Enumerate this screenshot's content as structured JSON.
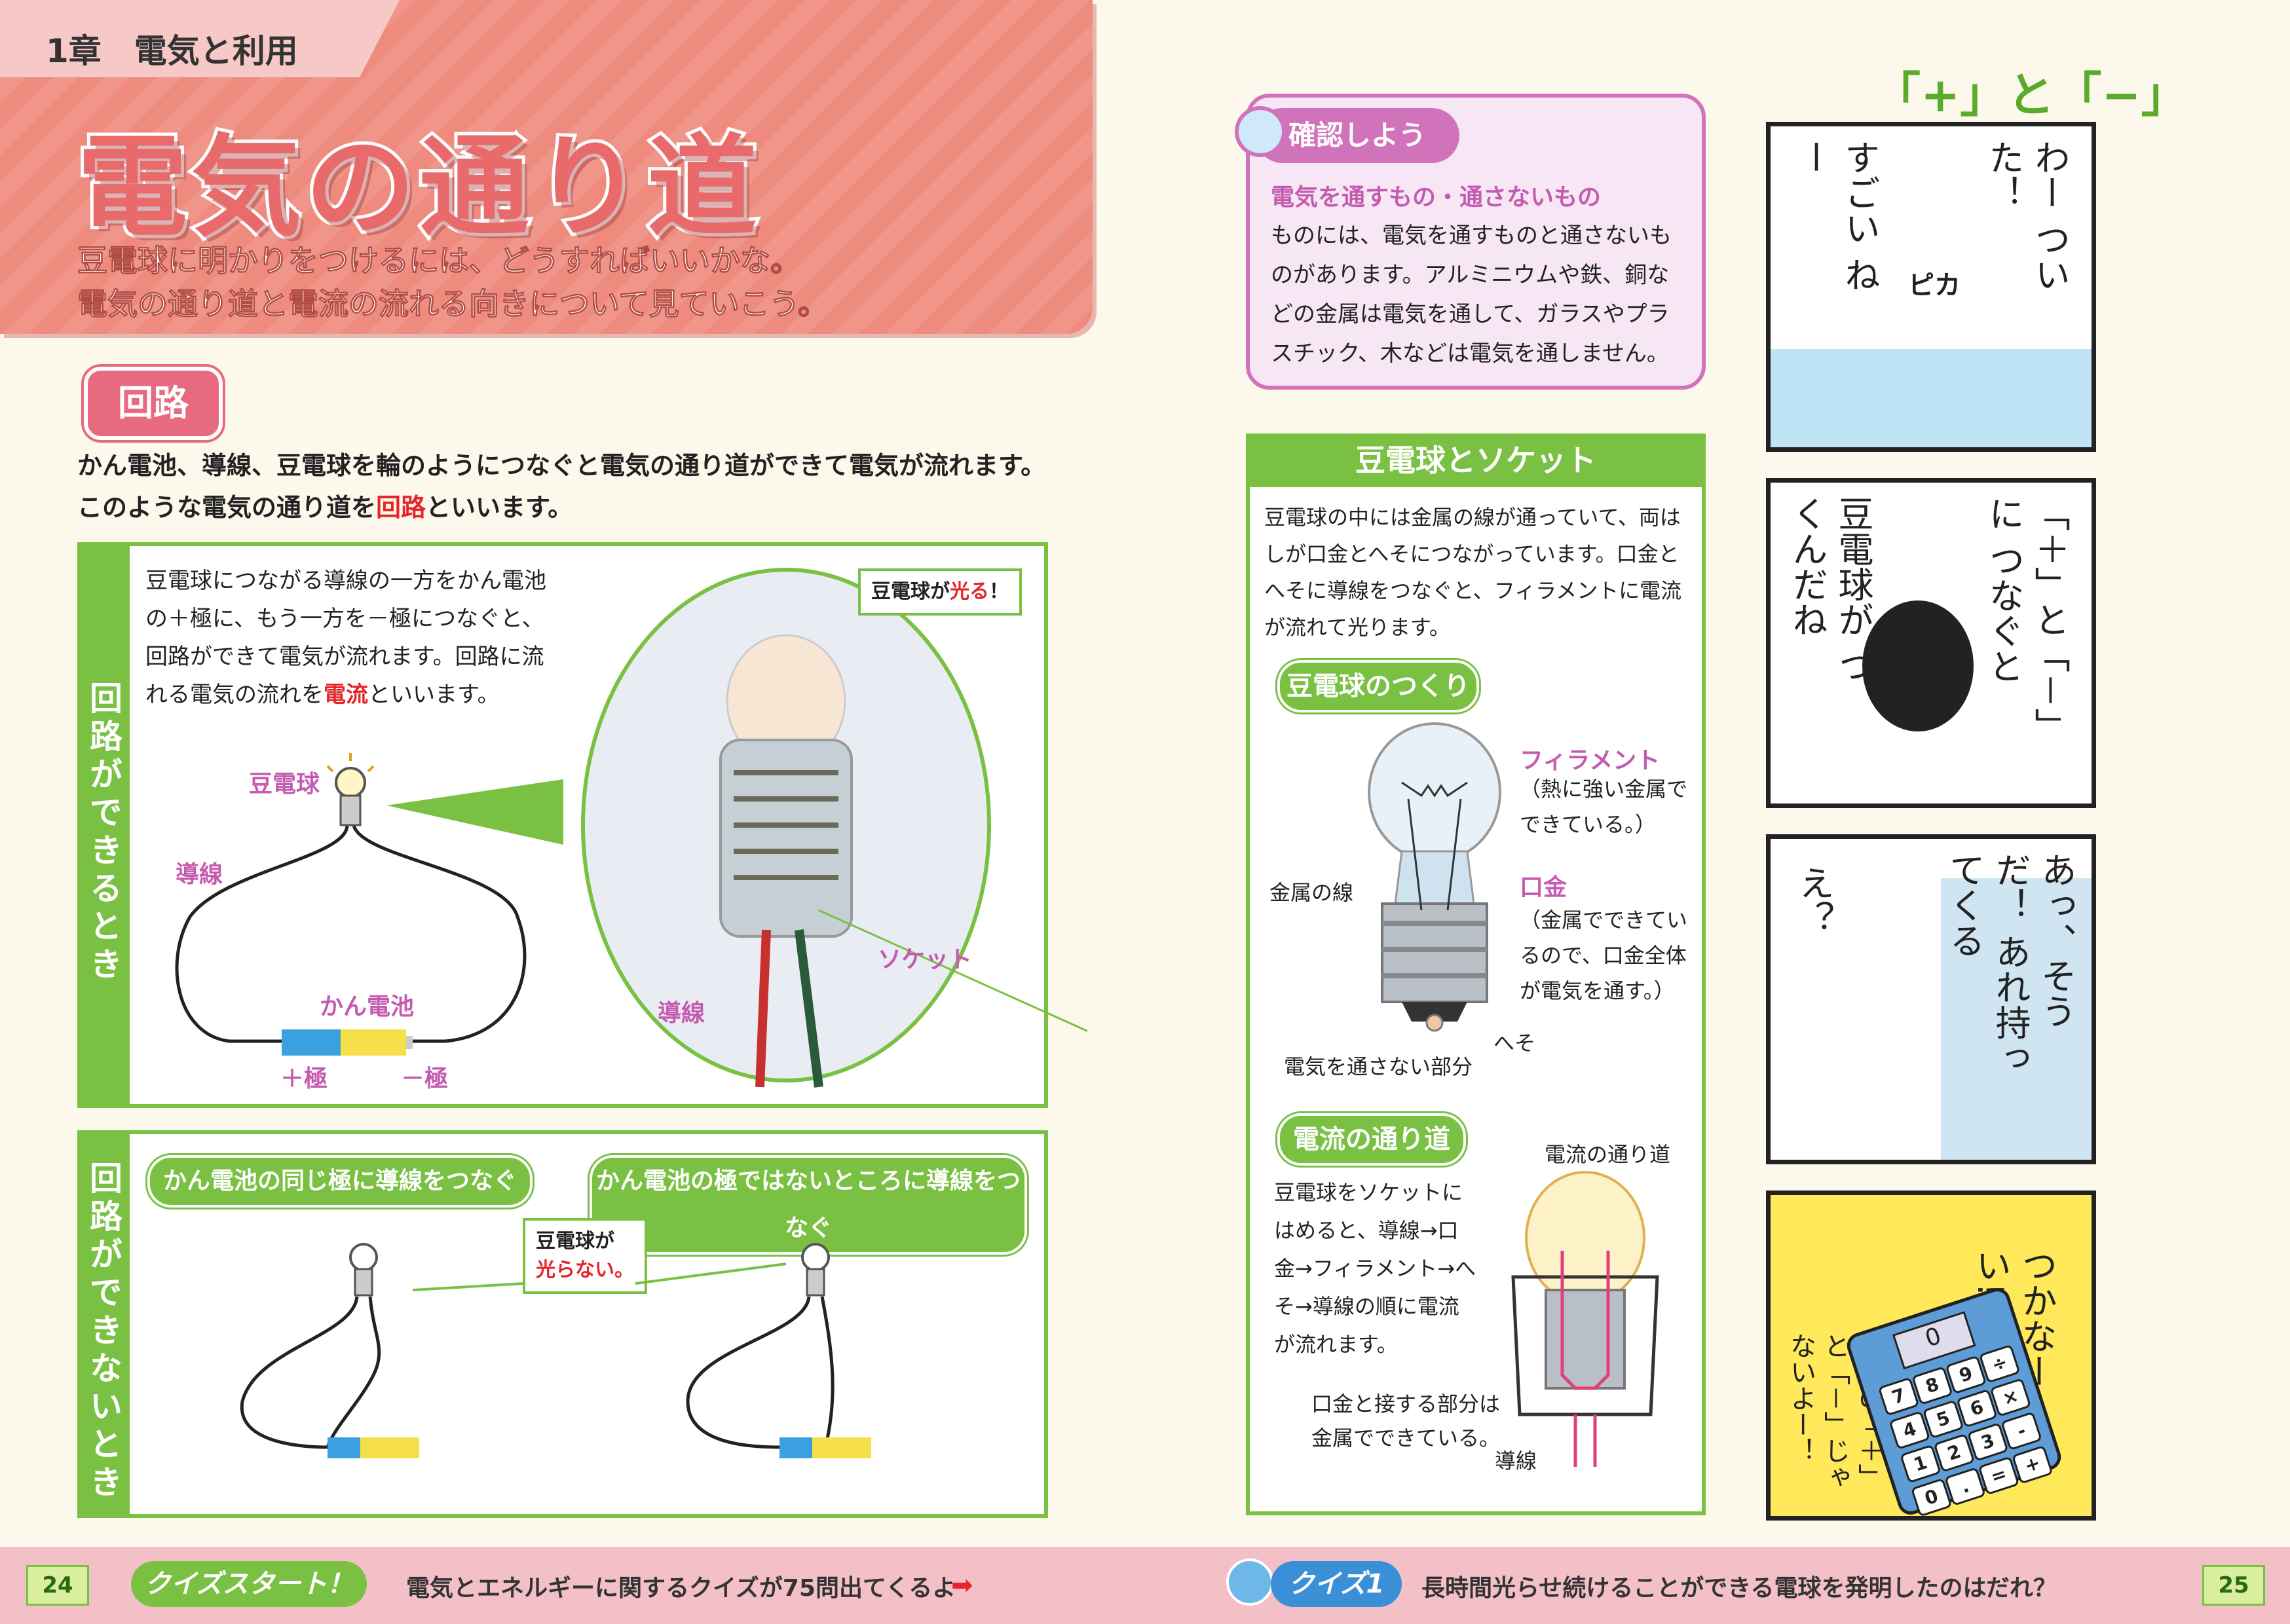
{
  "chapter": {
    "label": "1章　電気と利用"
  },
  "title": {
    "main": "電気の通り道"
  },
  "lead": {
    "line1": "豆電球に明かりをつけるには、どうすればいいかな。",
    "line2": "電気の通り道と電流の流れる向きについて見ていこう。"
  },
  "circuit": {
    "badge": "回路",
    "line1": "かん電池、導線、豆電球を輪のようにつなぐと電気の通り道ができて電気が流れます。",
    "line2_pre": "このような電気の通り道を",
    "line2_term": "回路",
    "line2_post": "といいます。"
  },
  "on_box": {
    "side_label": "回路ができるとき",
    "text1": "豆電球につながる導線の一方をかん電池",
    "text2": "の＋極に、もう一方を－極につなぐと、",
    "text3": "回路ができて電気が流れます。回路に流",
    "text4_pre": "れる電気の流れを",
    "text4_term": "電流",
    "text4_post": "といいます。",
    "label_bulb": "豆電球",
    "label_wire": "導線",
    "label_battery": "かん電池",
    "label_plus": "＋極",
    "label_minus": "－極",
    "callout_pre": "豆電球が",
    "callout_term": "光る",
    "callout_post": "！",
    "label_socket": "ソケット",
    "label_wire2": "導線"
  },
  "off_box": {
    "side_label": "回路ができないとき",
    "pill1": "かん電池の同じ極に導線をつなぐ",
    "pill2": "かん電池の極ではないところに導線をつなぐ",
    "callout_line1": "豆電球が",
    "callout_line2": "光らない。"
  },
  "confirm": {
    "badge": "確認しよう",
    "subtitle": "電気を通すもの・通さないもの",
    "body": "ものには、電気を通すものと通さないものがあります。アルミニウムや鉄、銅などの金属は電気を通して、ガラスやプラスチック、木などは電気を通しません。"
  },
  "bulb": {
    "heading": "豆電球とソケット",
    "intro": "豆電球の中には金属の線が通っていて、両はしが口金とへそにつながっています。口金とへそに導線をつなぐと、フィラメントに電流が流れて光ります。",
    "structure_pill": "豆電球のつくり",
    "filament_title": "フィラメント",
    "filament_desc1": "（熱に強い金属で",
    "filament_desc2": "できている。）",
    "metal_wire": "金属の線",
    "base_title": "口金",
    "base_desc1": "（金属でできてい",
    "base_desc2": "るので、口金全体",
    "base_desc3": "が電気を通す。）",
    "navel": "へそ",
    "insulator": "電気を通さない部分",
    "path_pill": "電流の通り道",
    "path_label": "電流の通り道",
    "path_text": "豆電球をソケットにはめると、導線→口金→フィラメント→へそ→導線の順に電流が流れます。",
    "contact1": "口金と接する部分は",
    "contact2": "金属でできている。",
    "wire": "導線"
  },
  "comic": {
    "title": "「+」と「−」",
    "p1_a": "わー ついた！",
    "p1_b": "すごい ねー",
    "p1_sfx": "ピカ",
    "p2_a": "「＋」と「－」に つなぐと",
    "p2_b": "豆電球が つくんだね",
    "p3_a": "あっ、そうだ！ あれ持ってくる",
    "p3_b": "え？",
    "p4_a": "つかなー い!!",
    "p4_b": "電卓の「＋」と「－」じゃ ないよー！",
    "calc_keys": [
      "7",
      "8",
      "9",
      "÷",
      "4",
      "5",
      "6",
      "×",
      "1",
      "2",
      "3",
      "-",
      "0",
      ".",
      "=",
      "+"
    ],
    "calc_display": "0"
  },
  "footer": {
    "page_left": "24",
    "page_right": "25",
    "quiz_start": "クイズスタート！",
    "quiz_start_text": "電気とエネルギーに関するクイズが75問出てくるよ",
    "quiz1": "クイズ1",
    "quiz1_text": "長時間光らせ続けることができる電球を発明したのはだれ？"
  },
  "colors": {
    "accent_red": "#e86a6a",
    "green": "#7ac143",
    "pink": "#d173bb",
    "footer": "#f4c0c8"
  }
}
